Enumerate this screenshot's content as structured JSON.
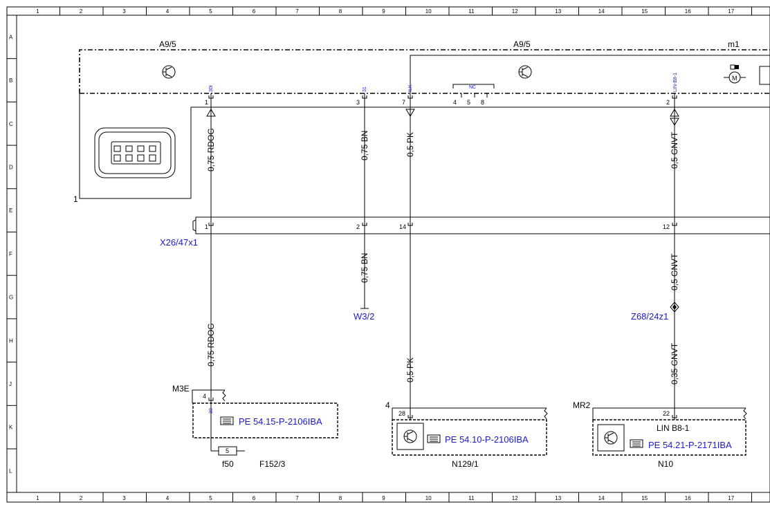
{
  "grid": {
    "columns": [
      "1",
      "2",
      "3",
      "4",
      "5",
      "6",
      "7",
      "8",
      "9",
      "10",
      "11",
      "12",
      "13",
      "14",
      "15",
      "16",
      "17"
    ],
    "rows": [
      "A",
      "B",
      "C",
      "D",
      "E",
      "F",
      "G",
      "H",
      "J",
      "K",
      "L"
    ]
  },
  "components": {
    "a95_left": "A9/5",
    "a95_right": "A9/5",
    "m1": "m1",
    "connector_label": "1",
    "x26": "X26/47x1",
    "w32": "W3/2",
    "z68": "Z68/24z1",
    "m3e": "M3E",
    "f152": "F152/3",
    "f50": "f50",
    "fuse_num": "5",
    "n129": "N129/1",
    "n129_pin_group": "4",
    "n10": "N10",
    "mr2": "MR2"
  },
  "pins_top": {
    "p1": "1",
    "p3": "3",
    "p7": "7",
    "p4": "4",
    "p5": "5",
    "p8": "8",
    "p2": "2",
    "sig_30t": "30t",
    "sig_31": "31",
    "sig_ilk": "ILK",
    "sig_nc": "NC",
    "sig_lin": "LIN-B8-1"
  },
  "pins_mid": {
    "p1": "1",
    "p2": "2",
    "p14": "14",
    "p12": "12"
  },
  "pins_bottom": {
    "m3e_pin": "4",
    "m3e_sig": "30",
    "n129_pin": "28",
    "n10_pin": "22",
    "lin_b8": "LIN B8-1"
  },
  "wires": {
    "w1_upper": "0,75 RDOG",
    "w1_lower": "0,75 RDOG",
    "w2_upper": "0,75 BN",
    "w2_lower": "0,75 BN",
    "w3_upper": "0,5 PK",
    "w3_lower": "0,5 PK",
    "w4_upper": "0,5 GNVT",
    "w4_mid": "0,5 GNVT",
    "w4_lower": "0,35 GNVT"
  },
  "references": {
    "m3e_ref": "PE 54.15-P-2106IBA",
    "n129_ref": "PE 54.10-P-2106IBA",
    "n10_ref": "PE 54.21-P-2171IBA"
  },
  "colors": {
    "line": "#000000",
    "reference_blue": "#1a1acc"
  }
}
